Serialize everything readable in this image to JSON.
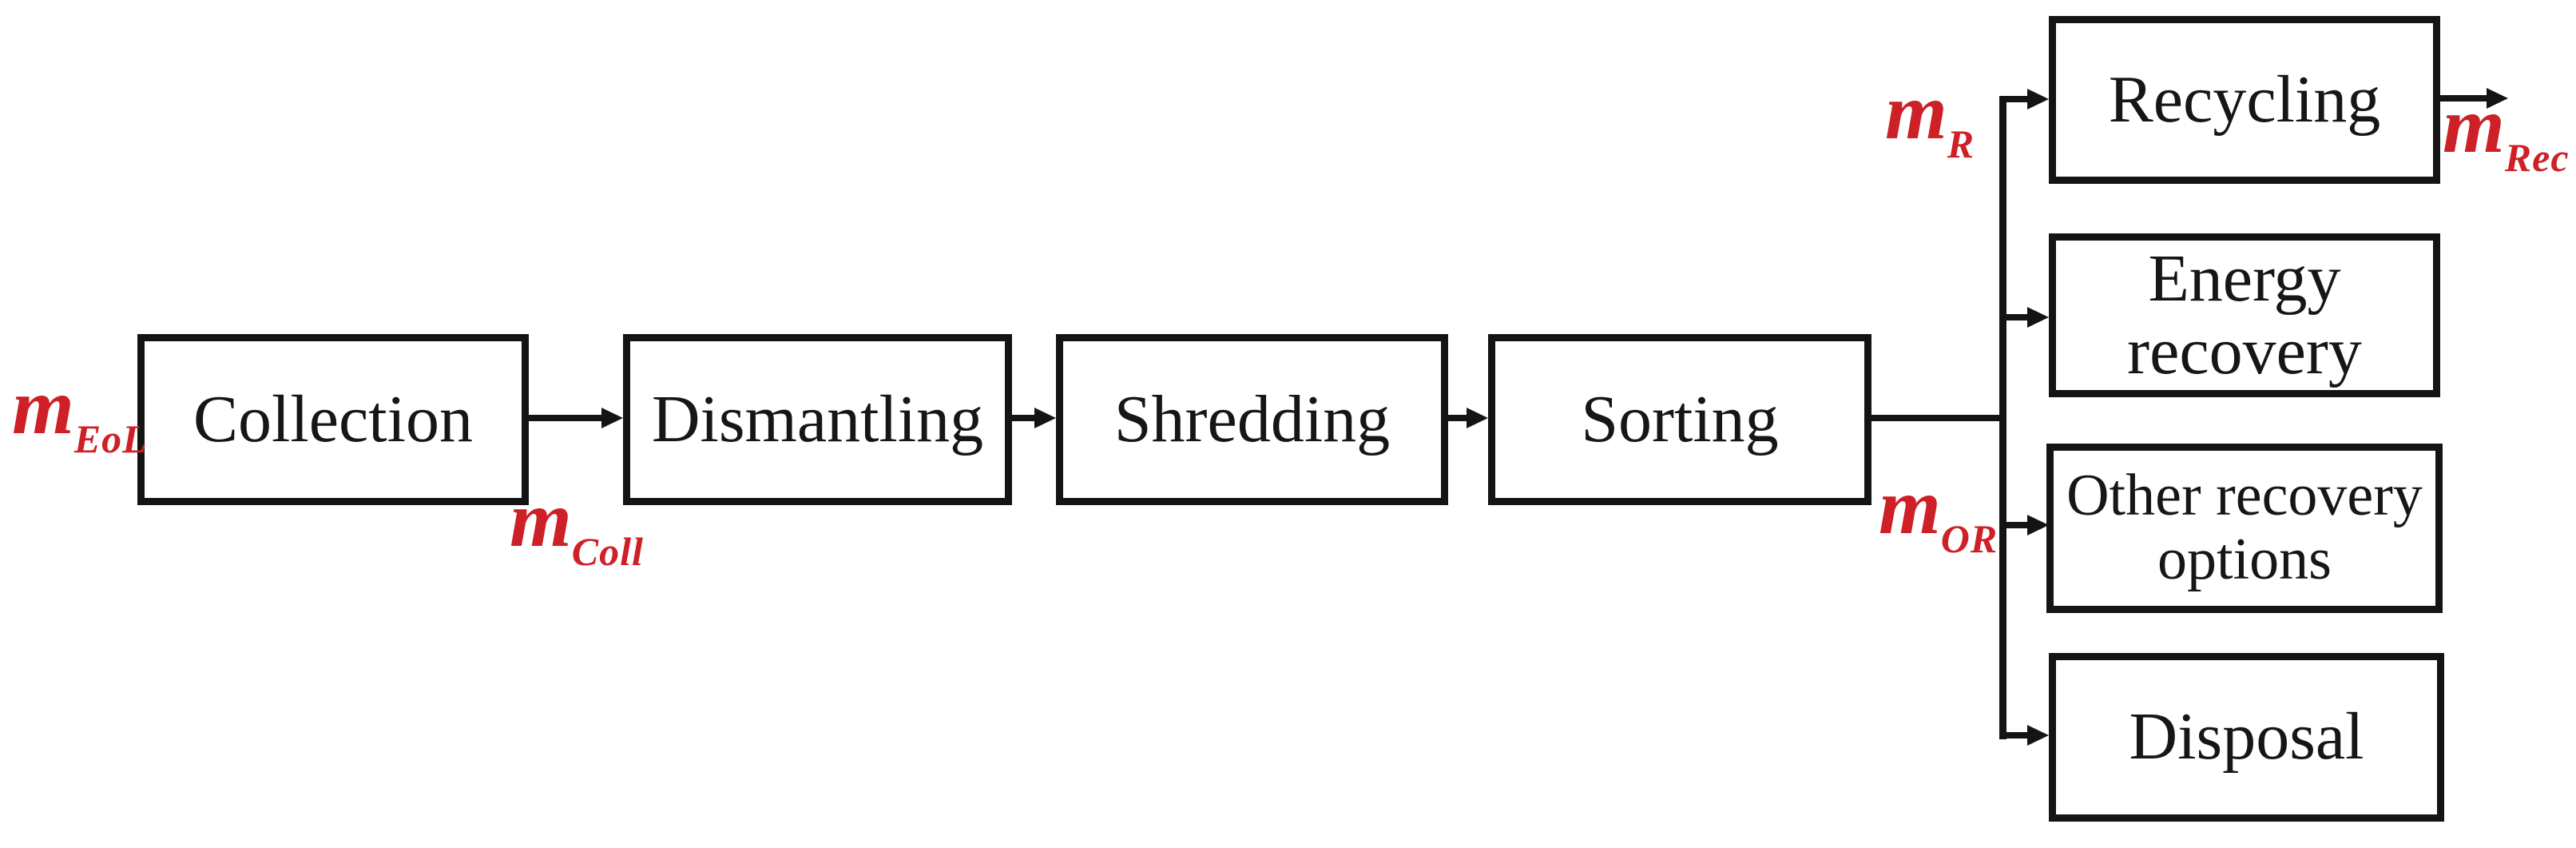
{
  "diagram": {
    "description": "End-of-life product treatment mass flow diagram",
    "process_nodes": [
      {
        "id": "collection",
        "label": "Collection"
      },
      {
        "id": "dismantling",
        "label": "Dismantling"
      },
      {
        "id": "shredding",
        "label": "Shredding"
      },
      {
        "id": "sorting",
        "label": "Sorting"
      }
    ],
    "eol_option_nodes": [
      {
        "id": "recycling",
        "label": "Recycling",
        "lines": [
          "Recycling"
        ]
      },
      {
        "id": "energy-recovery",
        "label": "Energy recovery",
        "lines": [
          "Energy",
          "recovery"
        ]
      },
      {
        "id": "other-recovery-options",
        "label": "Other recovery options",
        "lines": [
          "Other recovery",
          "options"
        ]
      },
      {
        "id": "disposal",
        "label": "Disposal",
        "lines": [
          "Disposal"
        ]
      }
    ],
    "flow_labels": [
      {
        "id": "m-eol",
        "base": "m",
        "sub": "EoL"
      },
      {
        "id": "m-coll",
        "base": "m",
        "sub": "Coll"
      },
      {
        "id": "m-r",
        "base": "m",
        "sub": "R"
      },
      {
        "id": "m-or",
        "base": "m",
        "sub": "OR"
      },
      {
        "id": "m-rec",
        "base": "m",
        "sub": "Rec"
      }
    ],
    "edges": [
      {
        "from": "m_EoL input",
        "to": "Collection"
      },
      {
        "from": "Collection",
        "to": "Dismantling",
        "label": "m_Coll"
      },
      {
        "from": "Dismantling",
        "to": "Shredding"
      },
      {
        "from": "Shredding",
        "to": "Sorting"
      },
      {
        "from": "Sorting",
        "to": "branch trunk"
      },
      {
        "from": "branch trunk",
        "to": "Recycling",
        "label": "m_R"
      },
      {
        "from": "branch trunk",
        "to": "Energy recovery"
      },
      {
        "from": "branch trunk",
        "to": "Other recovery options",
        "label": "m_OR"
      },
      {
        "from": "branch trunk",
        "to": "Disposal"
      },
      {
        "from": "Recycling",
        "to": "m_Rec output",
        "label": "m_Rec"
      }
    ],
    "colors": {
      "flow_label_red": "#cd2027",
      "line_black": "#141414",
      "node_fill": "#ffffff",
      "background": "#ffffff"
    }
  }
}
